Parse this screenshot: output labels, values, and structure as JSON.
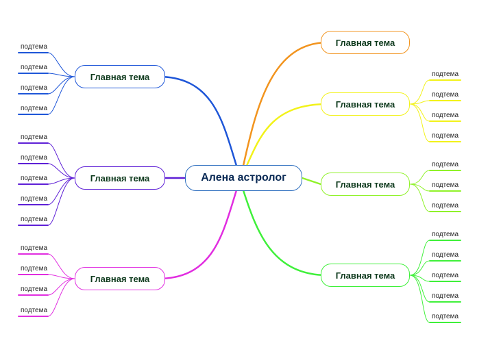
{
  "central": {
    "label": "Алена астролог",
    "color": "#2f6fbf"
  },
  "branches": [
    {
      "label": "Главная тема",
      "color": "#1e56d8",
      "subtopics": [
        "подтема",
        "подтема",
        "подтема",
        "подтема"
      ]
    },
    {
      "label": "Главная тема",
      "color": "#5e1fd6",
      "subtopics": [
        "подтема",
        "подтема",
        "подтема",
        "подтема",
        "подтема"
      ]
    },
    {
      "label": "Главная тема",
      "color": "#e12de0",
      "subtopics": [
        "подтема",
        "подтема",
        "подтема",
        "подтема"
      ]
    },
    {
      "label": "Главная тема",
      "color": "#f2941e",
      "subtopics": []
    },
    {
      "label": "Главная тема",
      "color": "#f2f21a",
      "subtopics": [
        "подтема",
        "подтема",
        "подтема",
        "подтема"
      ]
    },
    {
      "label": "Главная тема",
      "color": "#90f22a",
      "subtopics": [
        "подтема",
        "подтема",
        "подтема"
      ]
    },
    {
      "label": "Главная тема",
      "color": "#3ff03a",
      "subtopics": [
        "подтема",
        "подтема",
        "подтема",
        "подтема",
        "подтема"
      ]
    }
  ]
}
